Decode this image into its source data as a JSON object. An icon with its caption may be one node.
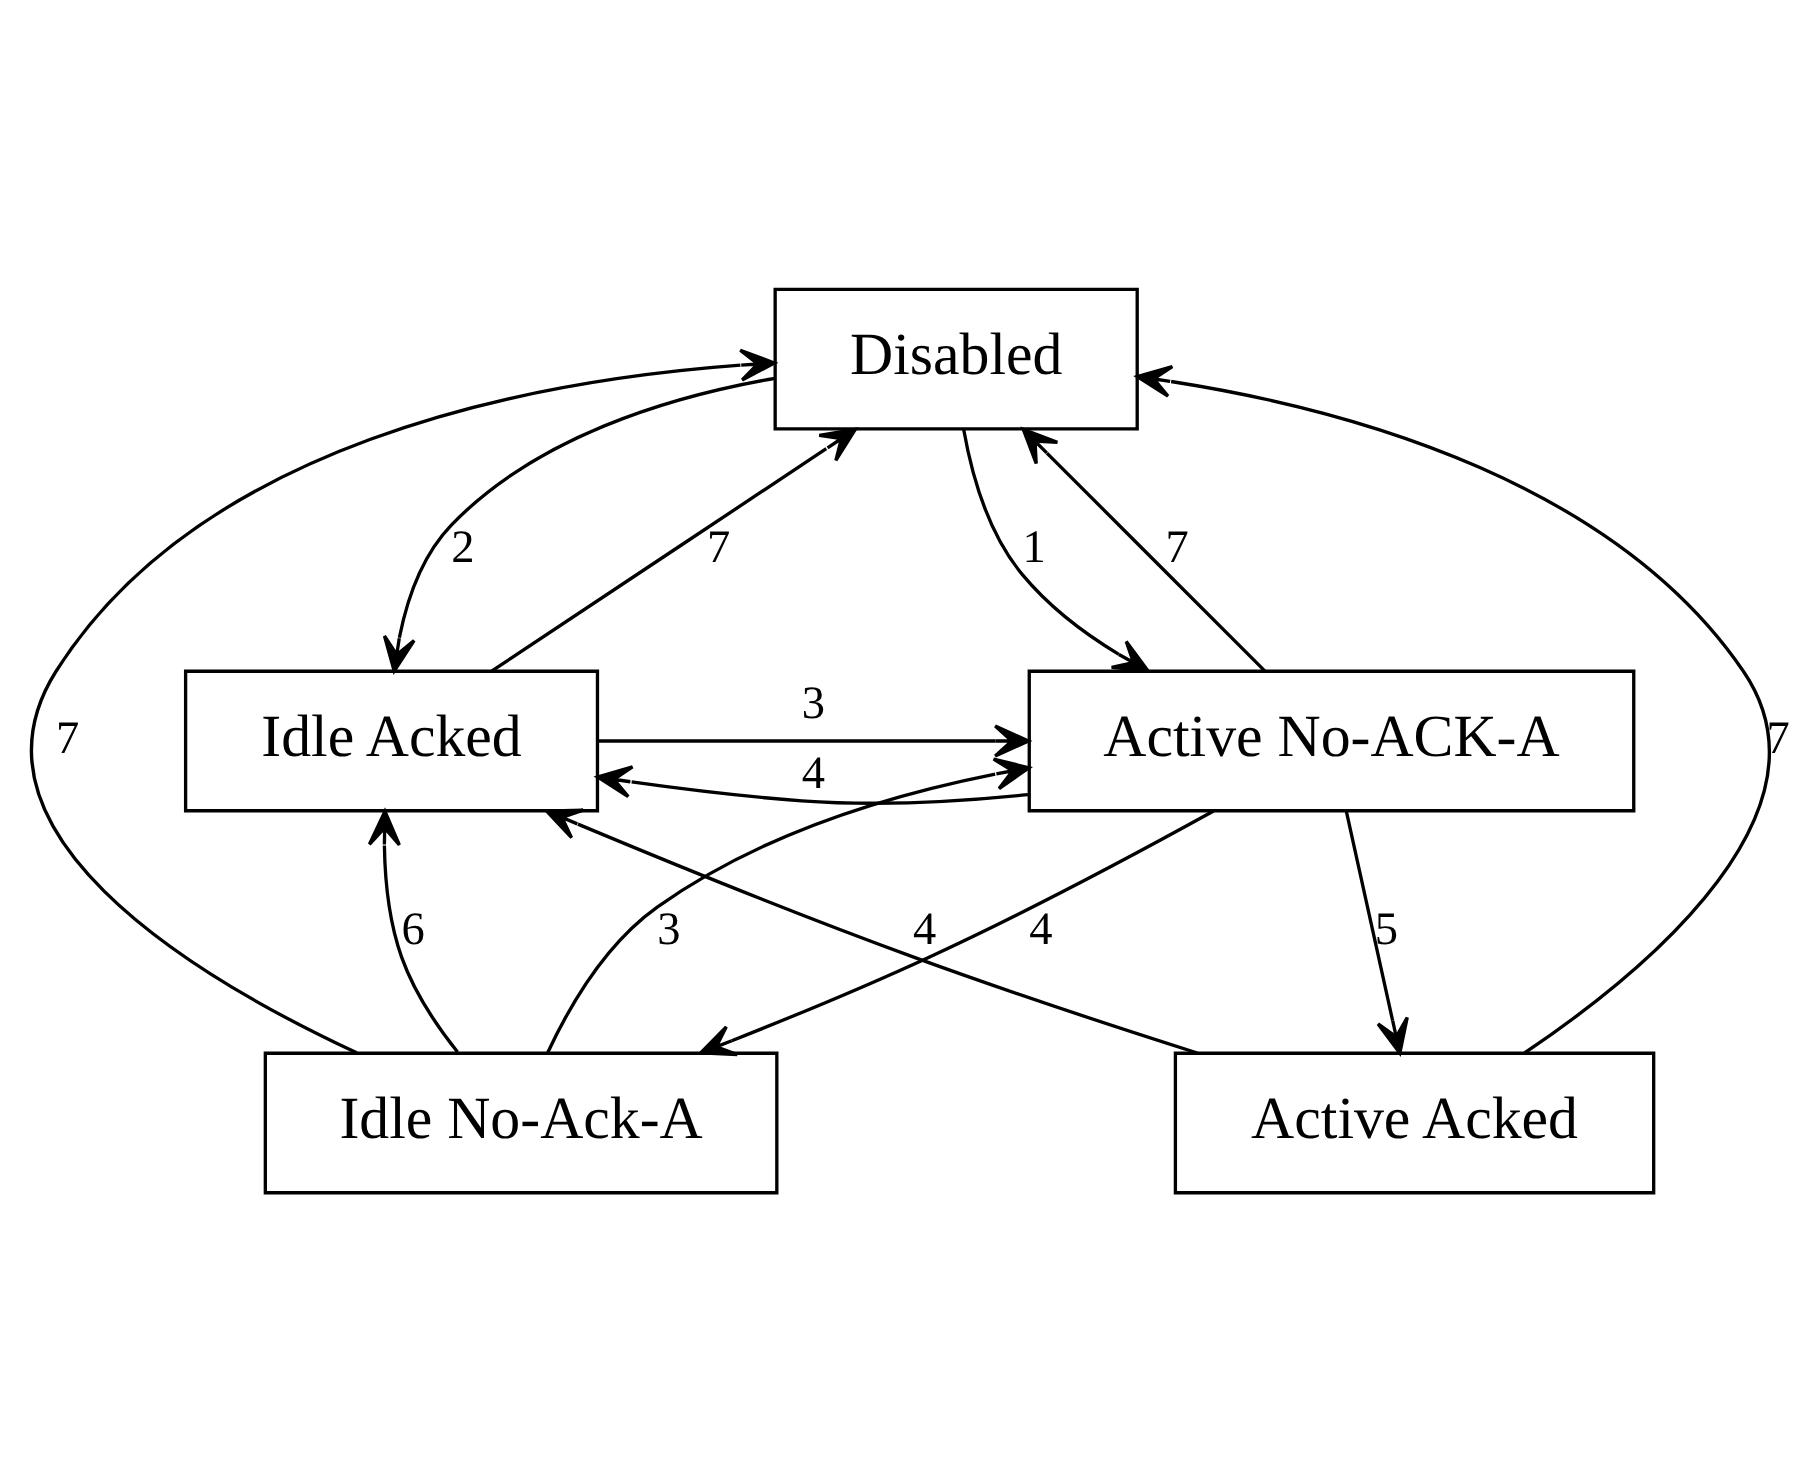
{
  "diagram": {
    "nodes": [
      {
        "text": [
          "Disabled"
        ]
      },
      {
        "text": [
          "Idle Acked"
        ]
      },
      {
        "text": [
          "Active No-ACK-A"
        ]
      },
      {
        "text": [
          "Idle No-Ack-A"
        ]
      },
      {
        "text": [
          "Active Acked"
        ]
      }
    ],
    "edges": [
      {
        "from": 0,
        "to": 1,
        "arrow": "to",
        "label": "2"
      },
      {
        "from": 0,
        "to": 2,
        "arrow": "to",
        "label": "1"
      },
      {
        "from": 1,
        "to": 0,
        "arrow": "to",
        "label": "7"
      },
      {
        "from": 2,
        "to": 0,
        "arrow": "to",
        "label": "7"
      },
      {
        "from": 1,
        "to": 2,
        "arrow": "to",
        "label": "3"
      },
      {
        "from": 2,
        "to": 1,
        "arrow": "to",
        "label": "4"
      },
      {
        "from": 3,
        "to": 1,
        "arrow": "to",
        "label": "6"
      },
      {
        "from": 3,
        "to": 2,
        "arrow": "to",
        "label": "3"
      },
      {
        "from": 2,
        "to": 3,
        "arrow": "to",
        "label": "4"
      },
      {
        "from": 3,
        "to": 0,
        "arrow": "to",
        "label": "7"
      },
      {
        "from": 2,
        "to": 4,
        "arrow": "to",
        "label": "5"
      },
      {
        "from": 4,
        "to": 1,
        "arrow": "to",
        "label": "4"
      },
      {
        "from": 4,
        "to": 0,
        "arrow": "to",
        "label": "7"
      }
    ]
  }
}
